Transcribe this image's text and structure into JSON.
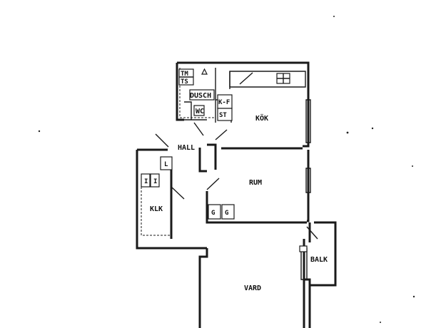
{
  "rooms": {
    "kitchen": "KÖK",
    "room": "RUM",
    "bathroom": "DUSCH",
    "toilet": "WC",
    "hall": "HALL",
    "closet": "KLK",
    "balcony": "BALK",
    "living_room": "VARD"
  },
  "fixtures": {
    "dishwasher_top": "TM",
    "dishwasher_bottom": "TS",
    "fridge_freezer": "K-F",
    "stove": "ST",
    "linen": "L",
    "closet_left": "I",
    "closet_right": "I",
    "wardrobe_left": "G",
    "wardrobe_right": "G"
  }
}
